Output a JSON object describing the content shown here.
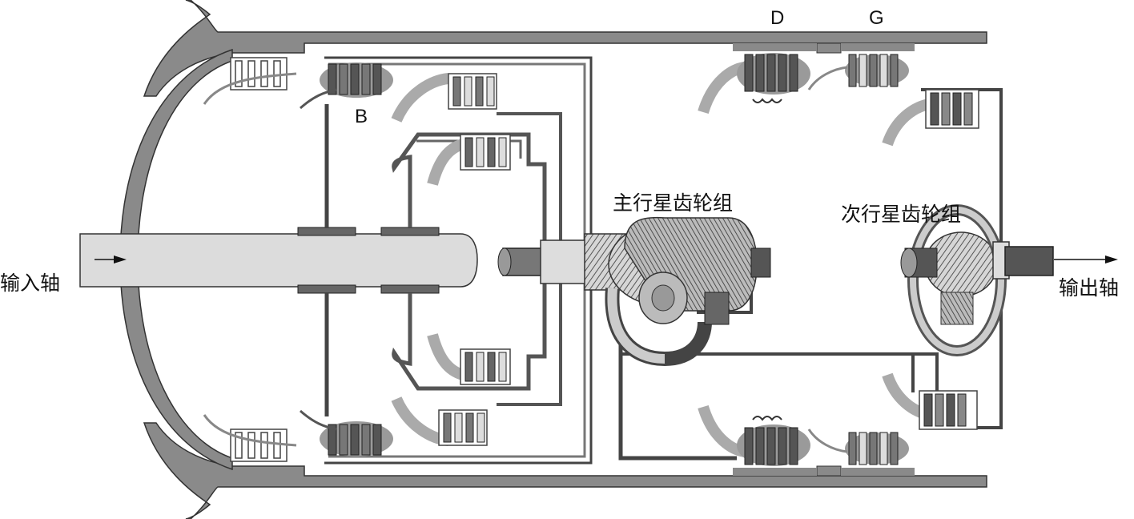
{
  "labels": {
    "input_shaft": "输入轴",
    "output_shaft": "输出轴",
    "main_planetary": "主行星齿轮组",
    "secondary_planetary": "次行星齿轮组",
    "clutch_b": "B",
    "clutch_d": "D",
    "clutch_g": "G"
  },
  "colors": {
    "housing": "#8a8a8a",
    "shaft": "#dcdcdc",
    "clutch_dark": "#555555",
    "clutch_light": "#b8b8b8",
    "line": "#444444",
    "friction_highlight": "#9a9a9a"
  }
}
